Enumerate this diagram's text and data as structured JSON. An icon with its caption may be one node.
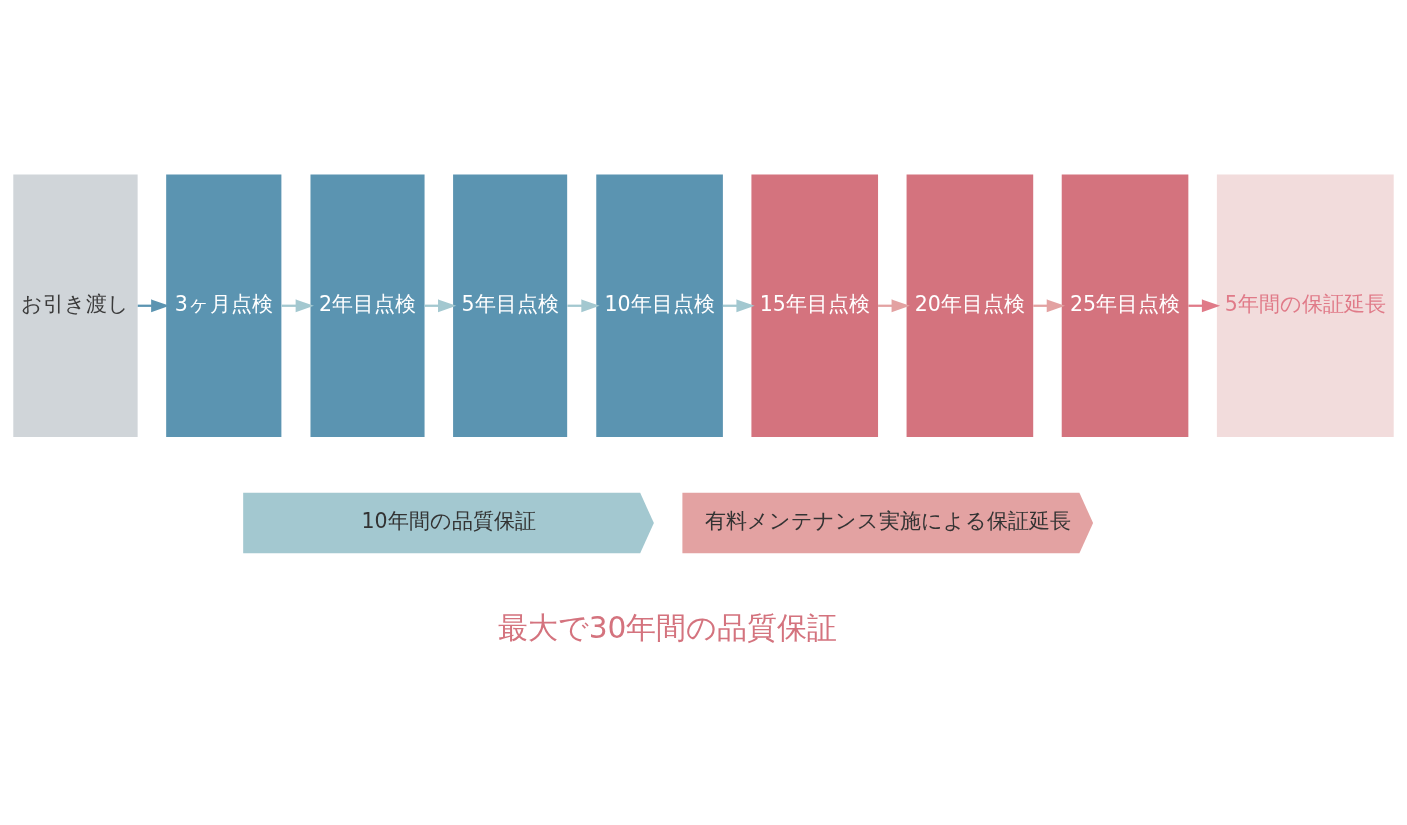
{
  "diagram": {
    "nodes": [
      {
        "text": [
          "お引き渡し"
        ]
      },
      {
        "text": [
          "3ヶ月点検"
        ]
      },
      {
        "text": [
          "2年目点検"
        ]
      },
      {
        "text": [
          "5年目点検"
        ]
      },
      {
        "text": [
          "10年目点検"
        ]
      },
      {
        "text": [
          "15年目点検"
        ]
      },
      {
        "text": [
          "20年目点検"
        ]
      },
      {
        "text": [
          "25年目点検"
        ]
      },
      {
        "text": [
          "5年間の保証延長"
        ]
      },
      {
        "text": [
          "10年間の品質保証"
        ]
      },
      {
        "text": [
          "有料メンテナンス実施による保証延長"
        ]
      }
    ],
    "edges": [
      {
        "from": 0,
        "to": 1,
        "arrow": "to",
        "color": "#5b94b1"
      },
      {
        "from": 1,
        "to": 2,
        "arrow": "to"
      },
      {
        "from": 2,
        "to": 3,
        "arrow": "to"
      },
      {
        "from": 3,
        "to": 4,
        "arrow": "to"
      },
      {
        "from": 4,
        "to": 5,
        "arrow": "to"
      },
      {
        "from": 5,
        "to": 6,
        "arrow": "to",
        "color": "#e3a2a2"
      },
      {
        "from": 6,
        "to": 7,
        "arrow": "to",
        "color": "#e3a2a2"
      },
      {
        "from": 7,
        "to": 8,
        "arrow": "to",
        "color": "#e07a88"
      }
    ],
    "labels": [
      "最大で30年間の品質保証"
    ]
  }
}
